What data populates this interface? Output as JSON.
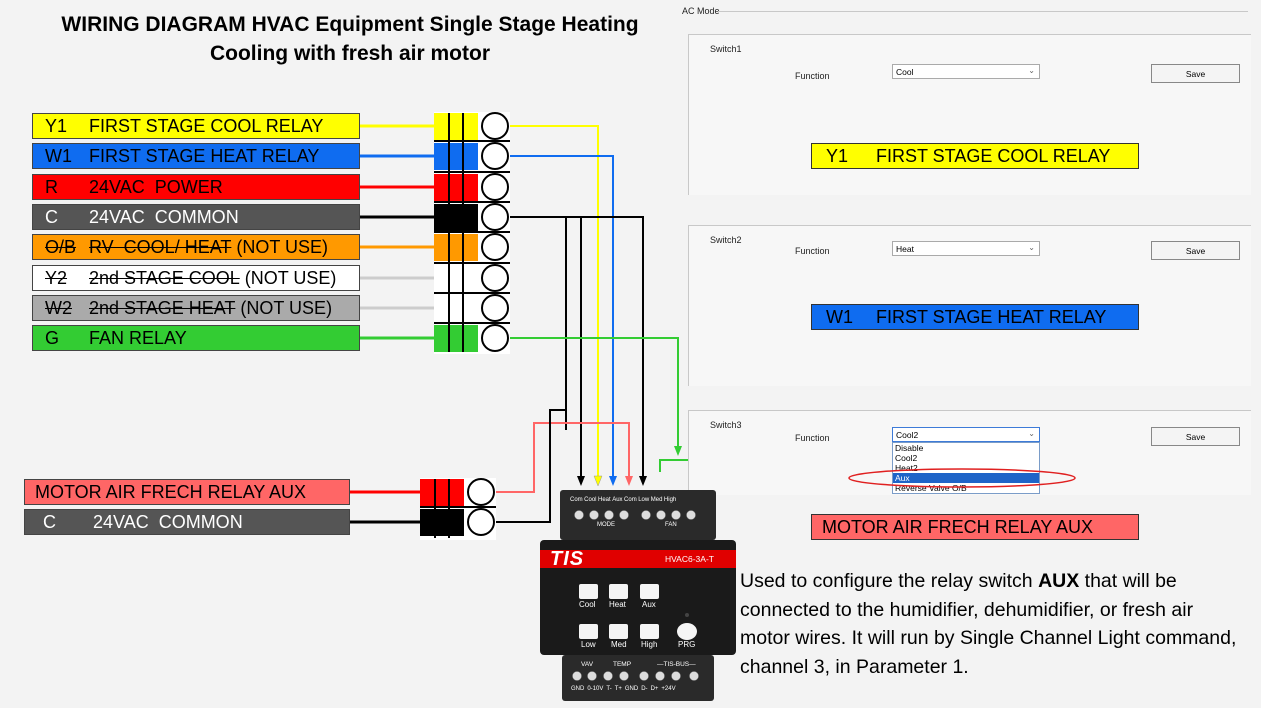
{
  "title": {
    "line1": "WIRING DIAGRAM HVAC Equipment Single Stage Heating",
    "line2": "Cooling  with fresh air motor"
  },
  "thermostat_wires": [
    {
      "code": "Y1",
      "text": "FIRST STAGE COOL RELAY",
      "note": "",
      "color": "#ffff00",
      "struck": false
    },
    {
      "code": "W1",
      "text": "FIRST STAGE HEAT RELAY",
      "note": "",
      "color": "#0f6cf0",
      "struck": false
    },
    {
      "code": "R",
      "text": "24VAC  POWER",
      "note": "",
      "color": "#ff0000",
      "struck": false
    },
    {
      "code": "C",
      "text": "24VAC  COMMON",
      "note": "",
      "color": "#555555",
      "struck": false
    },
    {
      "code": "O/B",
      "text": "RV  COOL/ HEAT",
      "note": " (NOT USE)",
      "color": "#ff9900",
      "struck": true
    },
    {
      "code": "Y2",
      "text": "2nd STAGE COOL",
      "note": " (NOT USE)",
      "color": "#ffffff",
      "struck": true
    },
    {
      "code": "W2",
      "text": "2nd STAGE HEAT",
      "note": " (NOT USE)",
      "color": "#aaaaaa",
      "struck": true
    },
    {
      "code": "G",
      "text": "FAN RELAY",
      "note": "",
      "color": "#33cc33",
      "struck": false
    }
  ],
  "motor_wires": [
    {
      "code": "",
      "text": "MOTOR AIR FRECH RELAY AUX",
      "color": "#ff6666"
    },
    {
      "code": "C",
      "text": "24VAC  COMMON",
      "color": "#555555"
    }
  ],
  "ac_mode": {
    "title": "AC Mode",
    "switches": [
      {
        "name": "Switch1",
        "function_label": "Function",
        "value": "Cool",
        "save": "Save"
      },
      {
        "name": "Switch2",
        "function_label": "Function",
        "value": "Heat",
        "save": "Save"
      },
      {
        "name": "Switch3",
        "function_label": "Function",
        "value": "Cool2",
        "save": "Save"
      }
    ],
    "dropdown_options": [
      "Disable",
      "Cool2",
      "Heat2",
      "Aux",
      "Reverse Valve O/B"
    ],
    "dropdown_selected": "Aux"
  },
  "switch_labels": [
    {
      "code": "Y1",
      "text": "FIRST STAGE COOL RELAY",
      "color": "#ffff00"
    },
    {
      "code": "W1",
      "text": "FIRST STAGE HEAT RELAY",
      "color": "#0f6cf0"
    },
    {
      "code": "",
      "text": "MOTOR AIR FRECH RELAY AUX",
      "color": "#ff6666"
    }
  ],
  "device": {
    "brand": "TIS",
    "model": "HVAC6-3A-T",
    "top_terminals": [
      "Com",
      "Cool",
      "Heat",
      "Aux",
      "Com",
      "Low",
      "Med",
      "High"
    ],
    "mode_group": "MODE",
    "fan_group": "FAN",
    "buttons_row1": [
      "Cool",
      "Heat",
      "Aux"
    ],
    "buttons_row2": [
      "Low",
      "Med",
      "High",
      "PRG"
    ],
    "vav": "VAV",
    "temp": "TEMP",
    "bus": "TIS-BUS",
    "bottom_terminals": [
      "GND",
      "0-10V",
      "T-",
      "T+",
      "GND",
      "D-",
      "D+",
      "+24V"
    ]
  },
  "description": {
    "before": "Used to configure the relay switch ",
    "bold": "AUX",
    "after": " that will be connected to the humidifier, dehumidifier, or fresh air motor wires. It will run by Single Channel Light command, channel 3, in Parameter 1."
  }
}
